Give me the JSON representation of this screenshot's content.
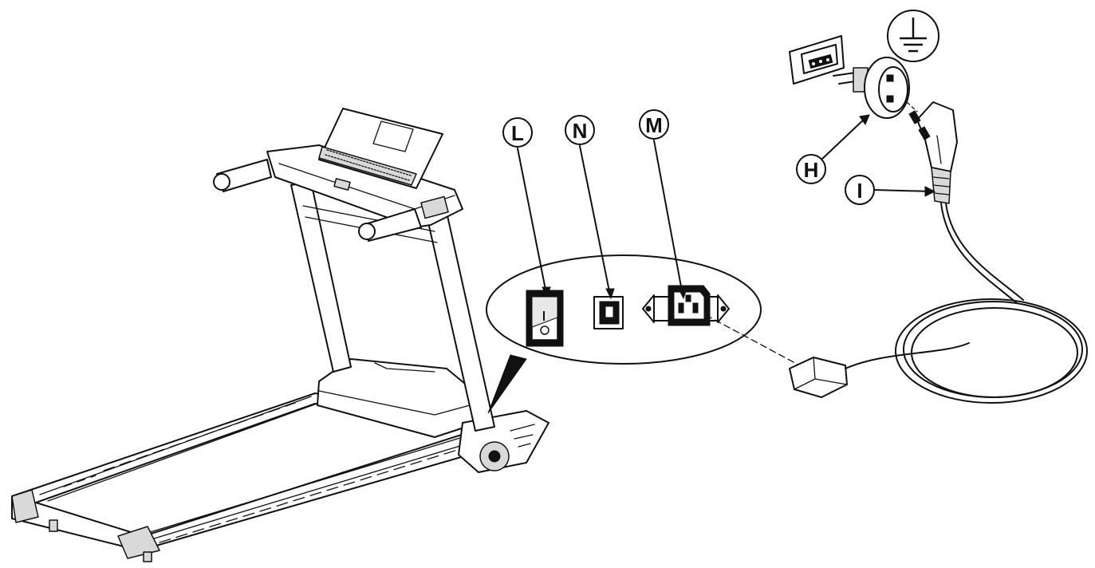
{
  "callouts": {
    "L": "L",
    "N": "N",
    "M": "M",
    "H": "H",
    "I": "I"
  },
  "colors": {
    "line": "#111111",
    "background": "#ffffff",
    "shade": "#d9d9d9"
  },
  "icons": [
    "ground-symbol-icon"
  ]
}
